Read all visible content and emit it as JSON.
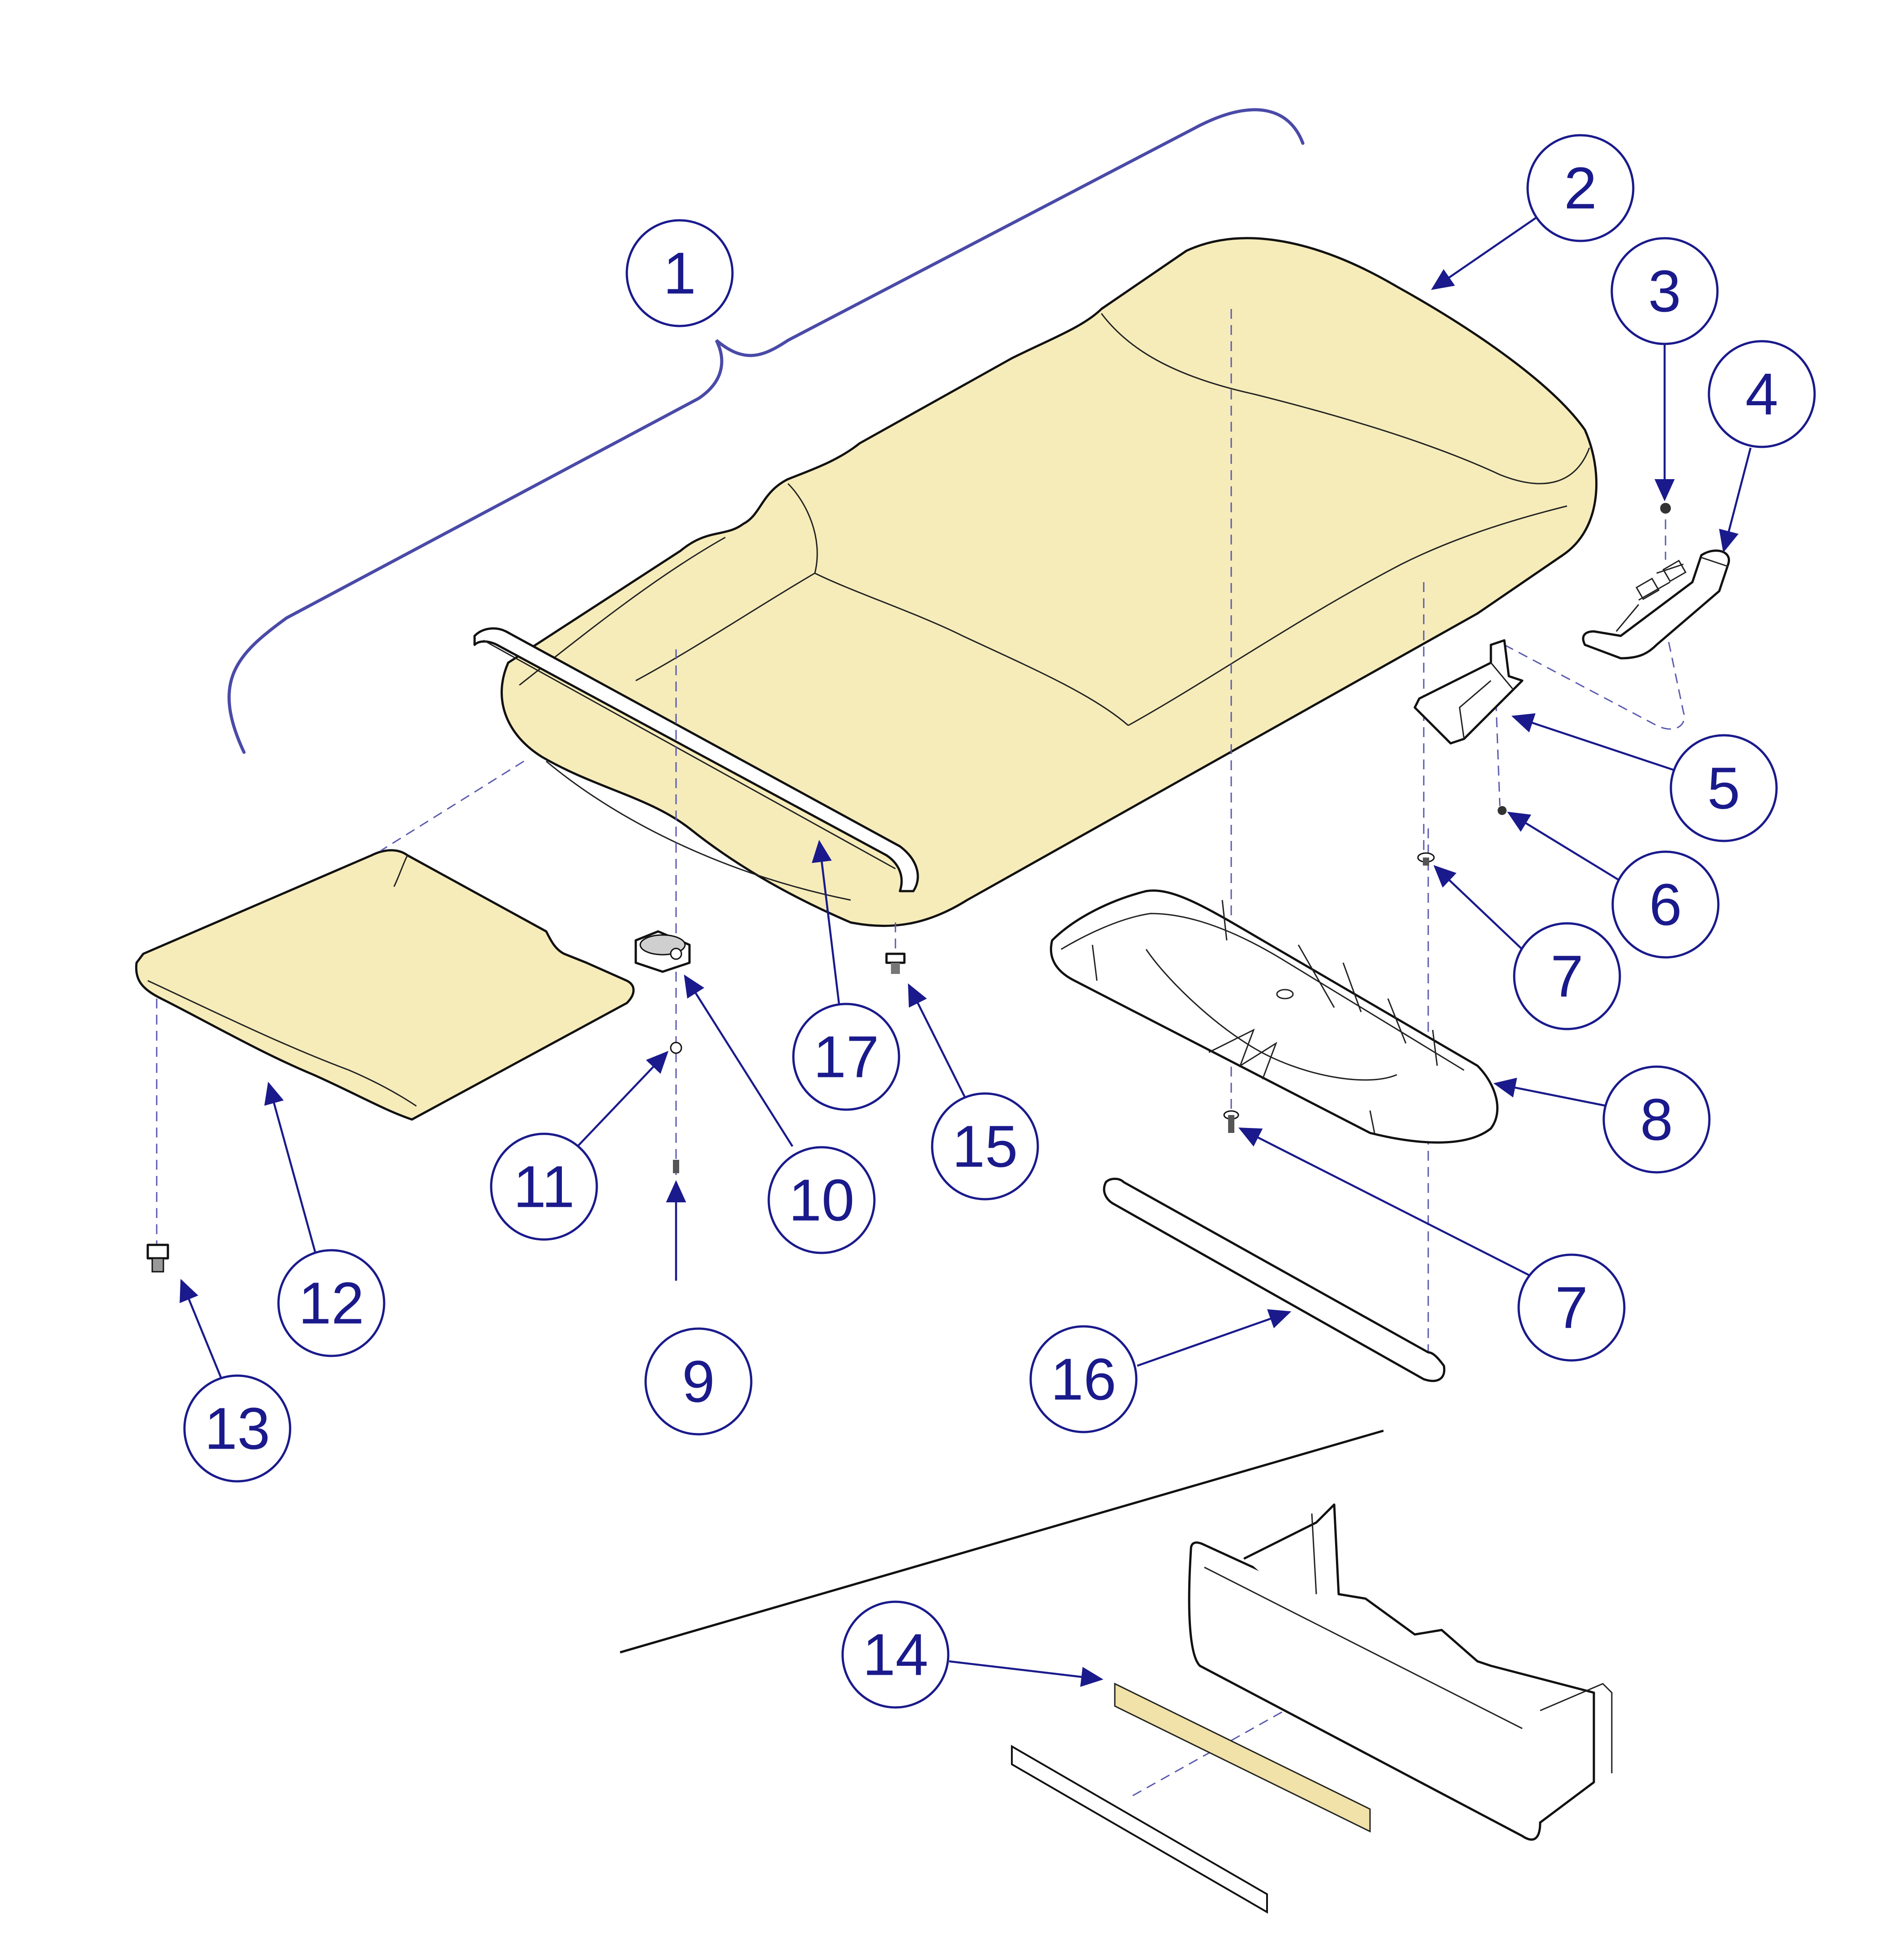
{
  "colors": {
    "callout": "#1a1a8c",
    "cushion_fill": "#f6ecba",
    "bracket": "#4a4aa8",
    "outline": "#111111"
  },
  "callouts": [
    {
      "id": "c1",
      "label": "1"
    },
    {
      "id": "c2",
      "label": "2"
    },
    {
      "id": "c3",
      "label": "3"
    },
    {
      "id": "c4",
      "label": "4"
    },
    {
      "id": "c5",
      "label": "5"
    },
    {
      "id": "c6",
      "label": "6"
    },
    {
      "id": "c7a",
      "label": "7"
    },
    {
      "id": "c8",
      "label": "8"
    },
    {
      "id": "c7b",
      "label": "7"
    },
    {
      "id": "c9",
      "label": "9"
    },
    {
      "id": "c10",
      "label": "10"
    },
    {
      "id": "c11",
      "label": "11"
    },
    {
      "id": "c12",
      "label": "12"
    },
    {
      "id": "c13",
      "label": "13"
    },
    {
      "id": "c14",
      "label": "14"
    },
    {
      "id": "c15",
      "label": "15"
    },
    {
      "id": "c16",
      "label": "16"
    },
    {
      "id": "c17",
      "label": "17"
    }
  ]
}
